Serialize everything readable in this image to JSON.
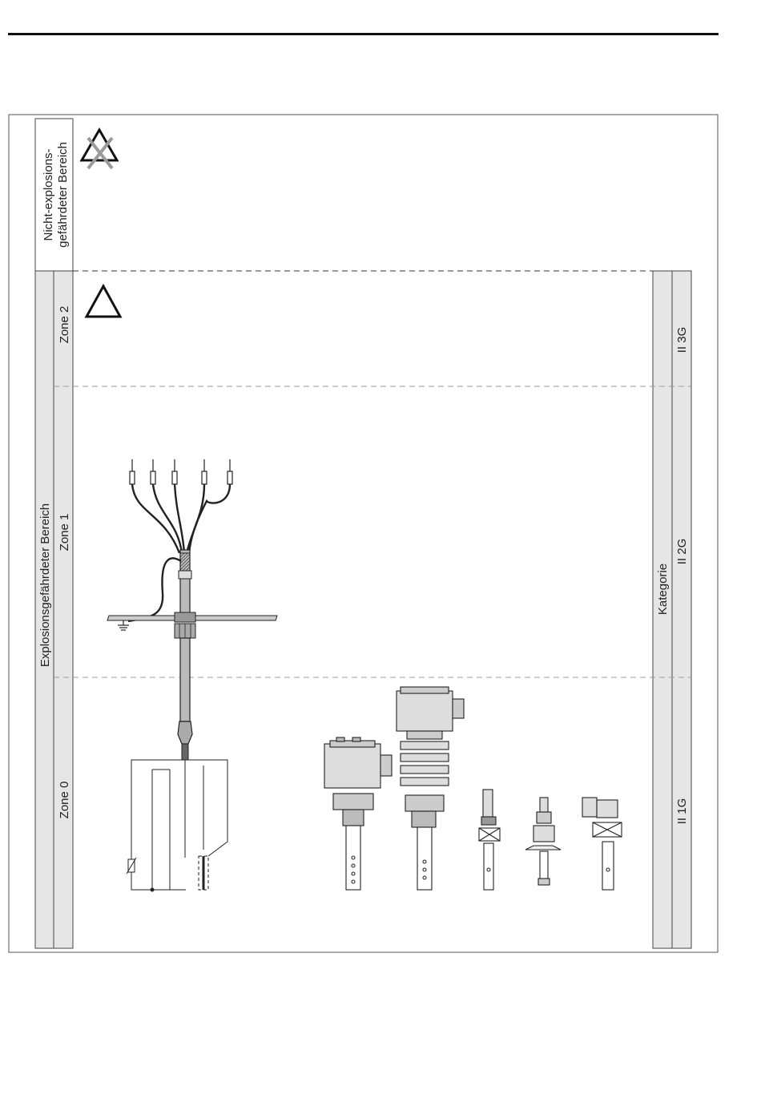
{
  "labels": {
    "non_hazardous_line1": "Nicht-explosions-",
    "non_hazardous_line2": "gefährdeter Bereich",
    "hazardous_area": "Explosionsgefährdeter Bereich",
    "zone2": "Zone 2",
    "zone1": "Zone 1",
    "zone0": "Zone 0",
    "category": "Kategorie",
    "cat_3g": "II 3G",
    "cat_2g": "II 2G",
    "cat_1g": "II 1G"
  },
  "icons": {
    "non_hazardous_symbol": "crossed-out-triangle-icon",
    "hazardous_symbol": "warning-triangle-icon",
    "ground_symbol": "ground-icon"
  },
  "colors": {
    "frame": "#555555",
    "zone_band": "#e6e6e6",
    "drawing": "#222222",
    "cross_out": "#9a9a9a"
  }
}
